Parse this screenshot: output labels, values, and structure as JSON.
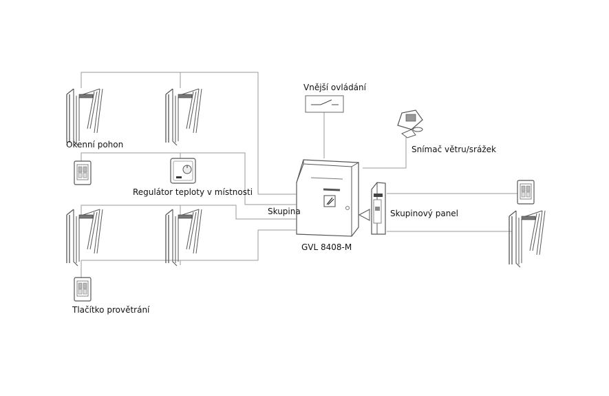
{
  "labels": {
    "window_drive": "Okenní pohon",
    "room_thermostat": "Regulátor teploty v místnosti",
    "group": "Skupina",
    "central_unit": "GVL 8408-M",
    "external_control": "Vnější ovládání",
    "wind_rain_sensor": "Snímač větru/srážek",
    "group_panel": "Skupinový panel",
    "vent_button": "Tlačítko provětrání"
  },
  "colors": {
    "line": "#9a9a9a",
    "device": "#555555",
    "text": "#111111"
  }
}
